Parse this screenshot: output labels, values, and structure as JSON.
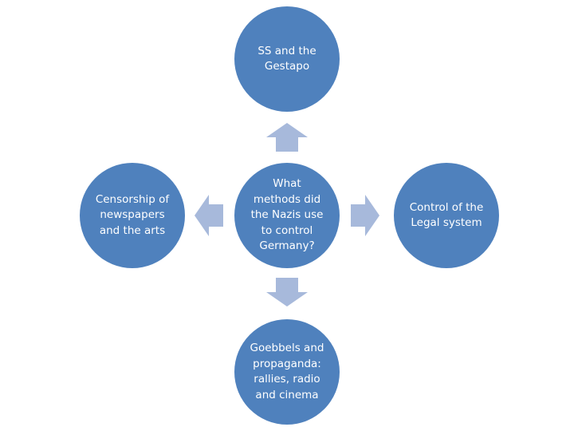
{
  "diagram": {
    "center": {
      "label": "What\nmethods did\nthe Nazis use\nto control\nGermany?"
    },
    "top": {
      "label": "SS and the\nGestapo"
    },
    "left": {
      "label": "Censorship of\nnewspapers\nand the arts"
    },
    "right": {
      "label": "Control of the\nLegal system"
    },
    "bottom": {
      "label": "Goebbels and\npropaganda:\nrallies, radio\nand cinema"
    }
  },
  "colors": {
    "circle_fill": "#4f81bd",
    "circle_stroke": "#ffffff",
    "arrow_fill": "#a7b9db",
    "label_color": "#ffffff"
  }
}
